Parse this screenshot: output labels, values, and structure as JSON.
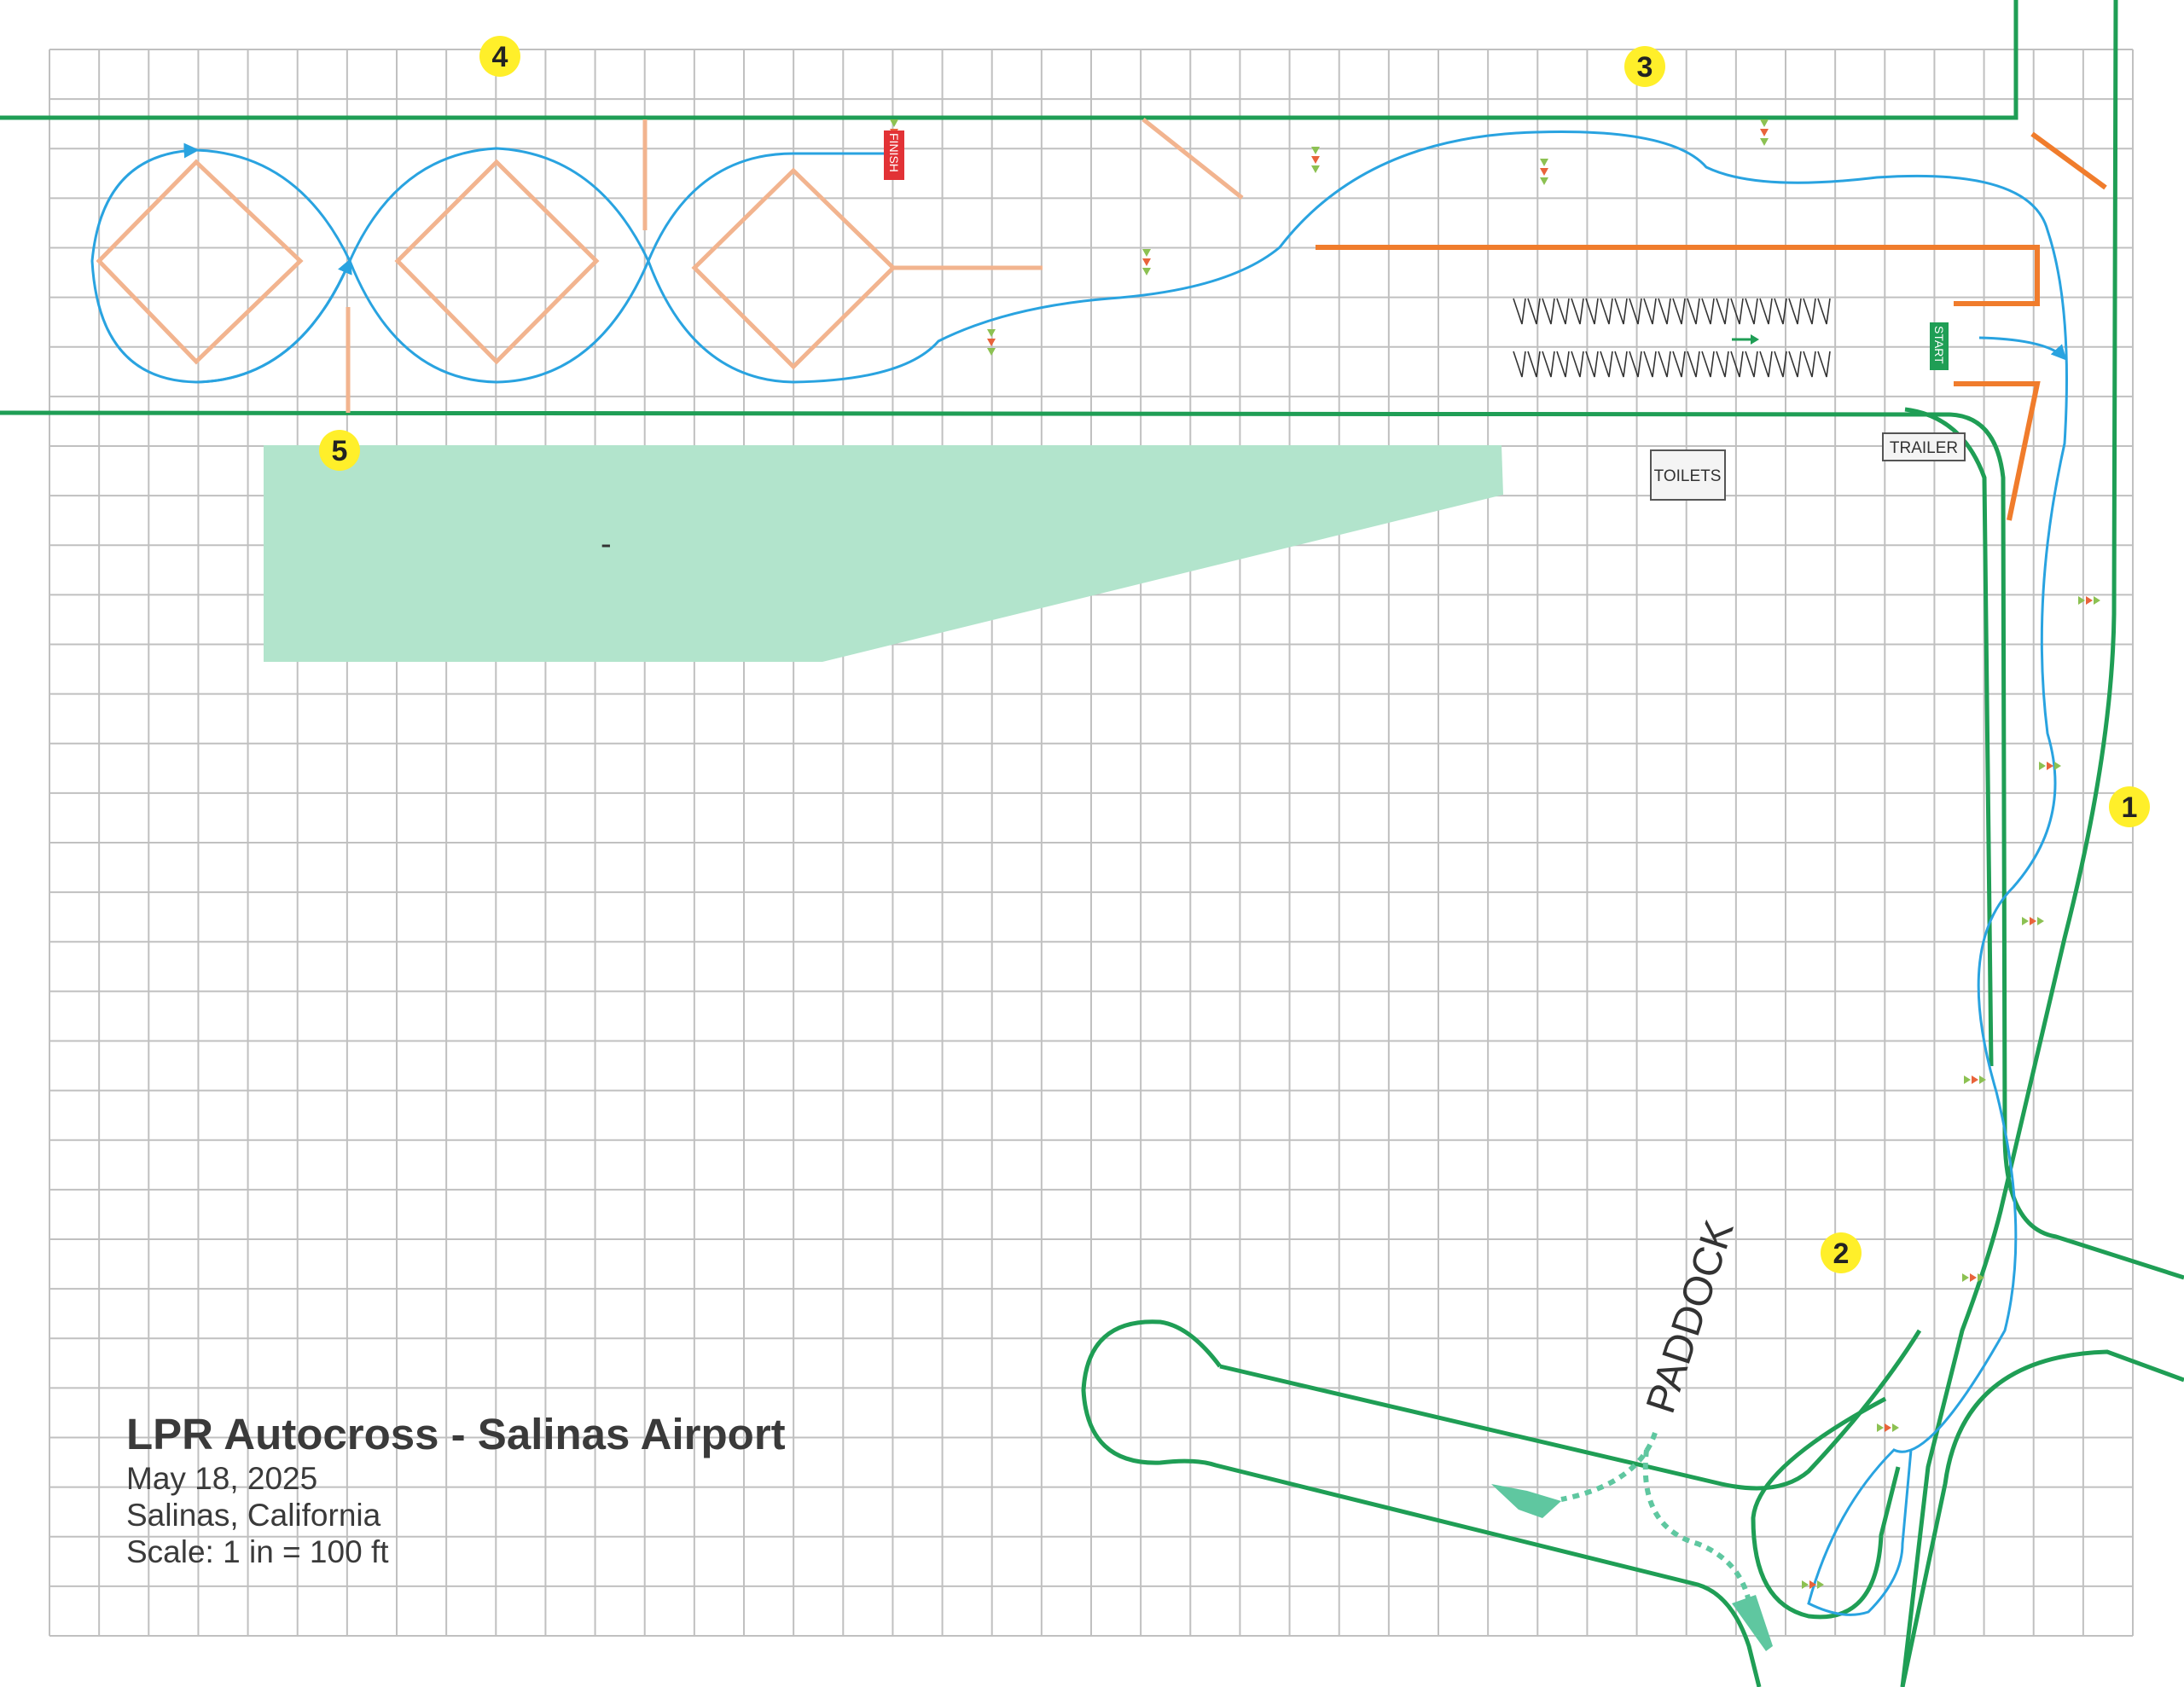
{
  "title_block": {
    "title": "LPR Autocross - Salinas Airport",
    "date": "May 18, 2025",
    "location": "Salinas, California",
    "scale": "Scale: 1 in = 100 ft"
  },
  "markers": [
    {
      "label": "1"
    },
    {
      "label": "2"
    },
    {
      "label": "3"
    },
    {
      "label": "4"
    },
    {
      "label": "5"
    }
  ],
  "signs": {
    "finish": "FINISH",
    "start": "START",
    "toilets": "TOILETS",
    "trailer": "TRAILER"
  },
  "area_labels": {
    "paddock": "PADDOCK",
    "dash": "-"
  },
  "colors": {
    "grid": "#c0c0c0",
    "boundary": "#1f9e55",
    "course_line": "#29a3e0",
    "wall_heavy": "#f07c2c",
    "wall_light": "#f2b48f",
    "paddock_fill": "#b2e4cc",
    "marker_fill": "#ffef2a",
    "finish_bg": "#e23236",
    "start_bg": "#1f9e55"
  }
}
